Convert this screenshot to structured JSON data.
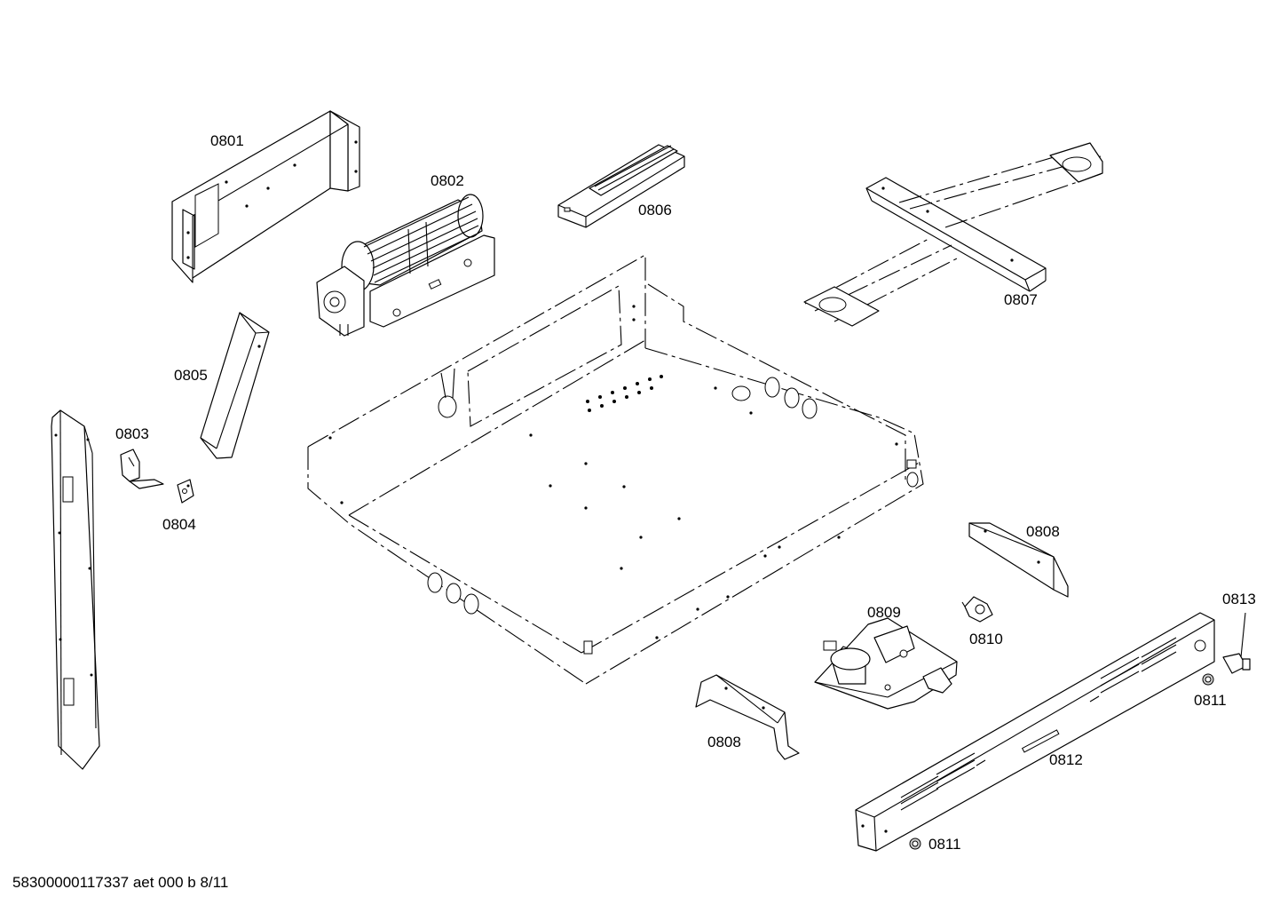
{
  "labels": {
    "p0801": "0801",
    "p0802": "0802",
    "p0803": "0803",
    "p0804": "0804",
    "p0805": "0805",
    "p0806": "0806",
    "p0807": "0807",
    "p0808_top": "0808",
    "p0808_bottom": "0808",
    "p0809": "0809",
    "p0810": "0810",
    "p0811_top": "0811",
    "p0811_bottom": "0811",
    "p0812": "0812",
    "p0813": "0813"
  },
  "footer": "58300000117337 aet 000 b 8/11"
}
